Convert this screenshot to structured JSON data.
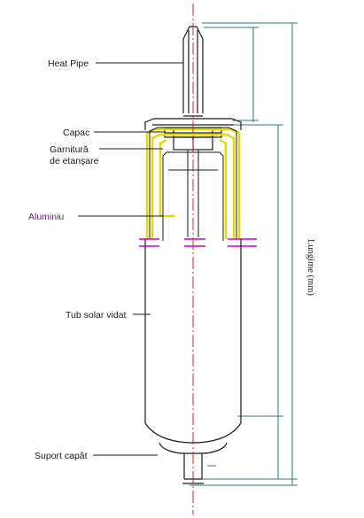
{
  "labels": {
    "heat_pipe": "Heat Pipe",
    "cap": "Capac",
    "gasket_line1": "Garnitură",
    "gasket_line2": "de etanşare",
    "aluminum": "Aluminiu",
    "tube": "Tub solar vidat",
    "end_support": "Suport capăt",
    "length": "Lungime (mm)"
  },
  "colors": {
    "outline": "#1a1a1a",
    "axis": "#e02020",
    "aluminum": "#e6d800",
    "magenta": "#d000d0",
    "dimension": "#2a7a7a",
    "label_aluminum": "#6a1a7a"
  }
}
